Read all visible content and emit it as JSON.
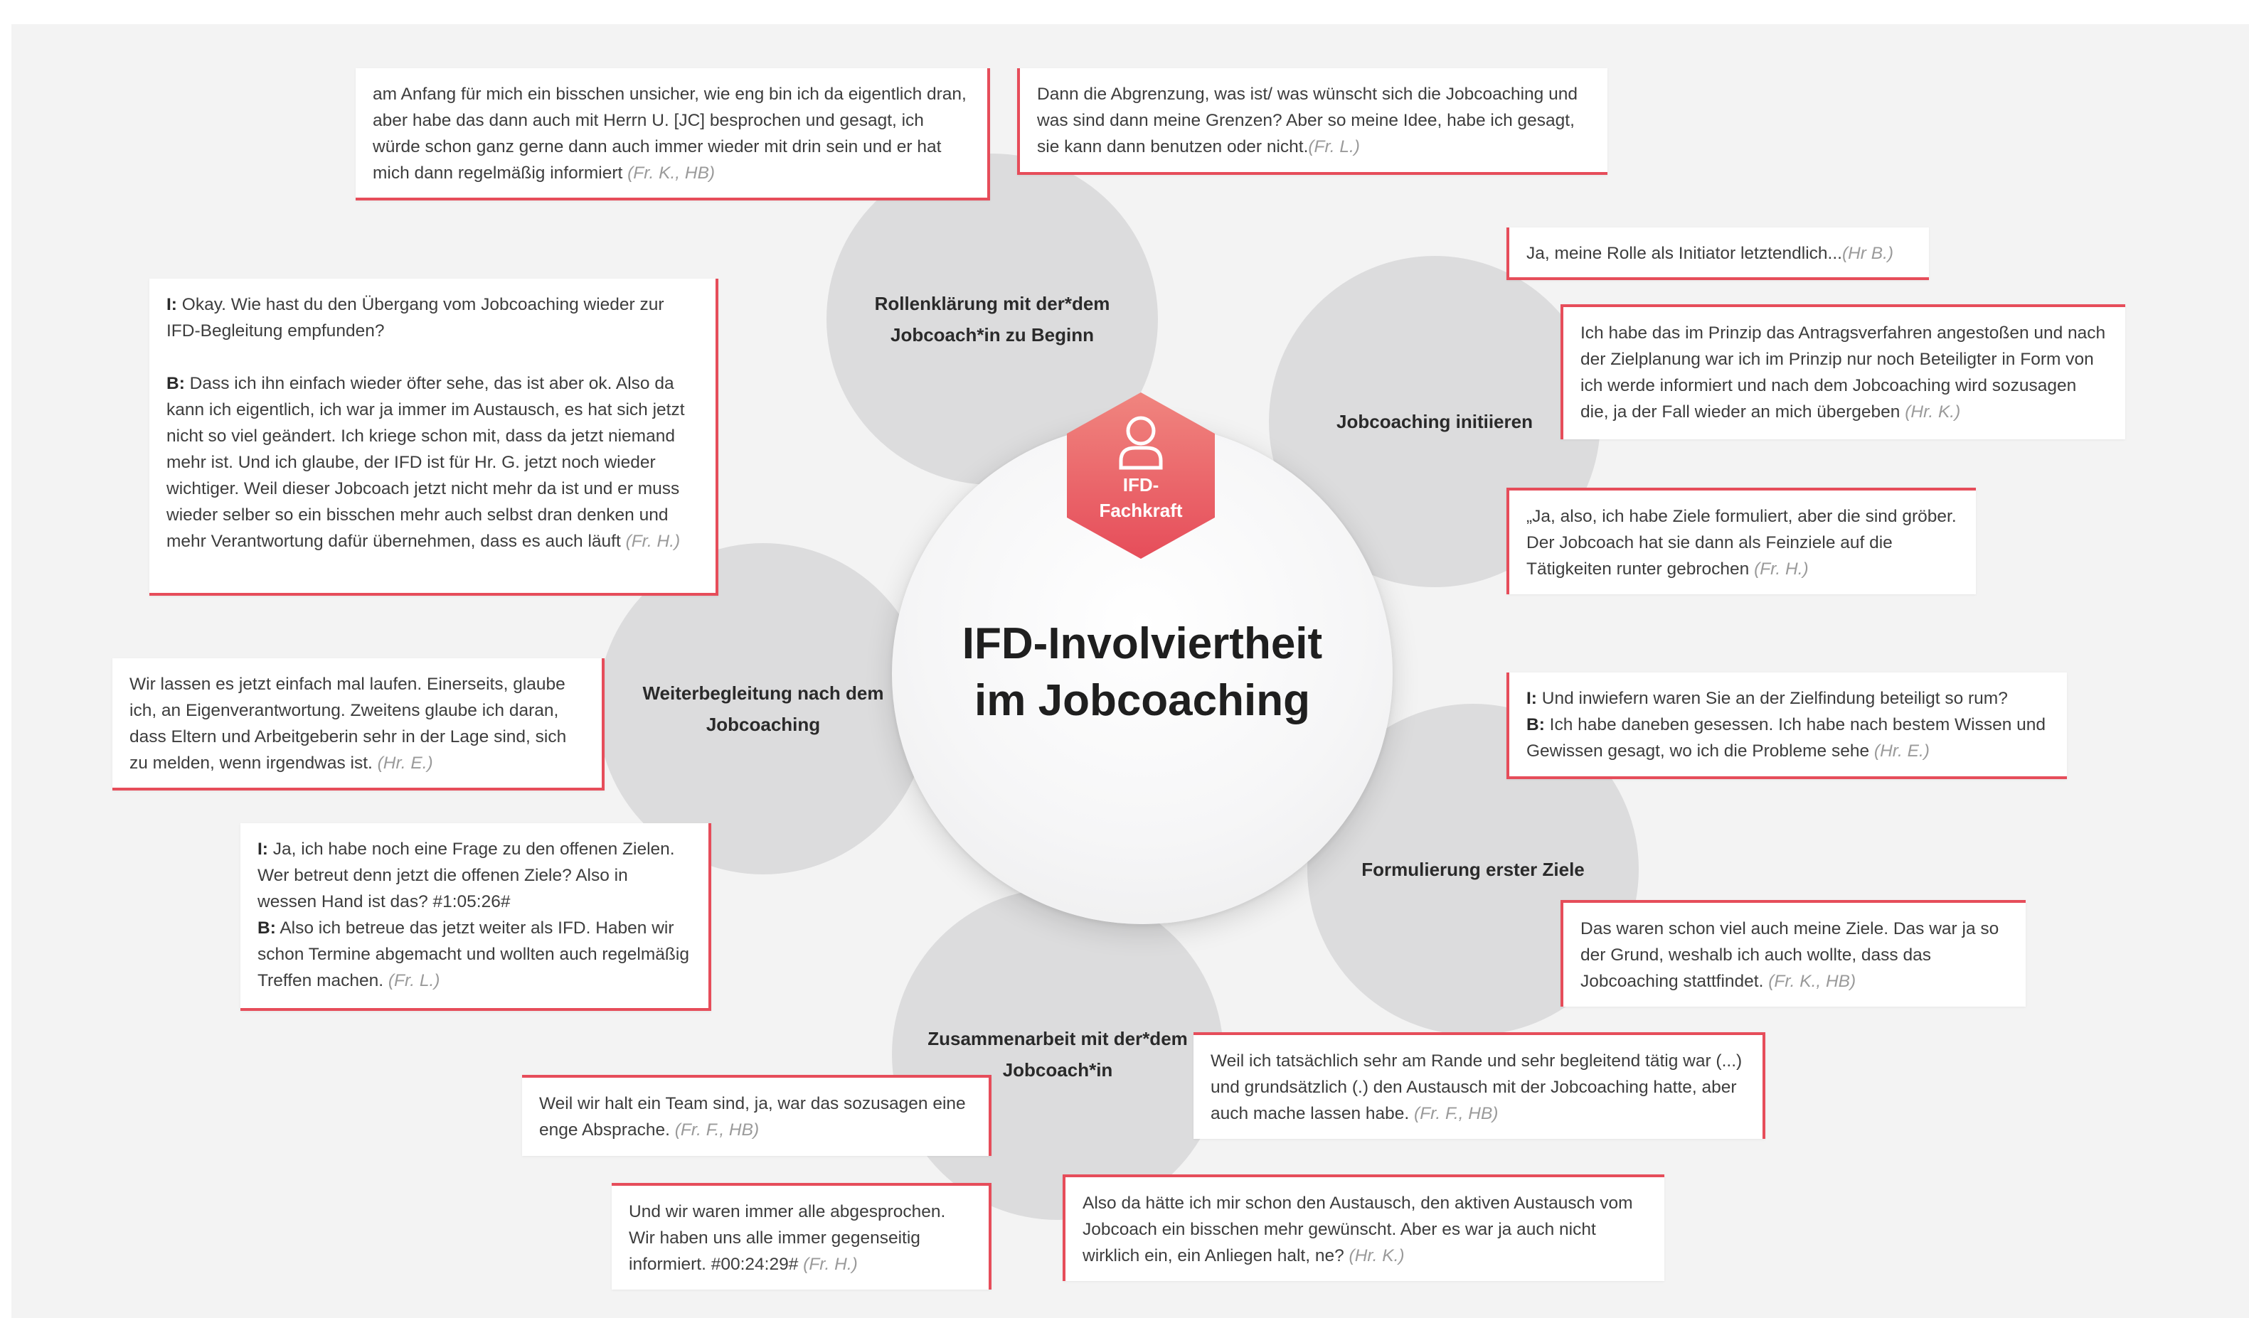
{
  "title": "IFD-Involviertheit\nim Jobcoaching",
  "role": "IFD-\nFachkraft",
  "colors": {
    "accent": "#e64d5a",
    "petal": "#dcdcdd",
    "background": "#f3f3f3"
  },
  "petals": {
    "rollenklaerung": "Rollenklärung mit der*dem\nJobcoach*in zu Beginn",
    "initiieren": "Jobcoaching initiieren",
    "ziele": "Formulierung erster Ziele",
    "zusammenarbeit": "Zusammenarbeit mit der*dem\nJobcoach*in",
    "weiterbegleitung": "Weiterbegleitung nach dem\nJobcoaching"
  },
  "quotes": {
    "q1": {
      "text": "am Anfang für mich ein bisschen unsicher, wie eng bin ich da eigentlich dran, aber habe das dann auch mit Herrn U. [JC] besprochen und gesagt, ich würde schon ganz gerne dann auch immer wieder mit drin sein und er hat mich dann regelmäßig informiert",
      "source": "(Fr. K., HB)"
    },
    "q2": {
      "text": "Dann die Abgrenzung, was ist/ was wünscht sich die Jobcoaching und was sind dann meine Grenzen? Aber so meine Idee, habe ich gesagt, sie kann dann benutzen oder nicht.",
      "source": "(Fr. L.)"
    },
    "q3": {
      "text": "Ja, meine Rolle als Initiator letztendlich...",
      "source": "(Hr B.)"
    },
    "q4": {
      "text": "Ich habe das im Prinzip das Antragsverfahren angestoßen und nach der Zielplanung war ich im Prinzip nur noch Beteiligter in Form von ich werde informiert und nach dem Jobcoaching wird sozusagen die, ja der Fall wieder an mich übergeben",
      "source": "(Hr. K.)"
    },
    "q5": {
      "text": "„Ja, also, ich habe Ziele formuliert, aber die sind gröber. Der Jobcoach hat sie dann als Feinziele auf die Tätigkeiten runter gebrochen",
      "source": "(Fr. H.)"
    },
    "q6": {
      "i_label": "I:",
      "i_text": "Und inwiefern waren Sie an der Zielfindung beteiligt so rum?",
      "b_label": "B:",
      "b_text": "Ich habe daneben gesessen. Ich habe nach bestem Wissen und Gewissen gesagt, wo ich die Probleme sehe",
      "source": "(Hr. E.)"
    },
    "q7": {
      "text": "Das waren schon viel auch meine Ziele. Das war ja so der Grund, weshalb ich auch wollte, dass das Jobcoaching stattfindet.",
      "source": "(Fr. K., HB)"
    },
    "q8": {
      "text": "Weil ich tatsächlich sehr am Rande und sehr begleitend tätig war (...) und grundsätzlich (.) den Austausch mit der Jobcoaching hatte, aber auch mache lassen habe.",
      "source": "(Fr. F., HB)"
    },
    "q9": {
      "text": "Also da hätte ich mir schon den Austausch, den aktiven Austausch vom Jobcoach ein bisschen mehr gewünscht. Aber es war ja auch nicht wirklich ein, ein Anliegen halt, ne?",
      "source": "(Hr. K.)"
    },
    "q10": {
      "text": "Und wir waren immer alle abgesprochen. Wir haben uns alle immer gegenseitig informiert. #00:24:29#",
      "source": "(Fr. H.)"
    },
    "q11": {
      "text": "Weil wir halt ein Team sind, ja, war das sozusagen eine enge Absprache.",
      "source": "(Fr. F., HB)"
    },
    "q12": {
      "i_label": "I:",
      "i_text": "Ja, ich habe noch eine Frage zu den offenen Zielen. Wer betreut denn jetzt die offenen Ziele? Also in wessen Hand ist das?   #1:05:26#",
      "b_label": "B:",
      "b_text": "Also ich betreue das jetzt weiter als IFD. Haben wir schon Termine abgemacht und wollten auch regelmäßig Treffen machen.",
      "source": "(Fr. L.)"
    },
    "q13": {
      "text": "Wir lassen es jetzt einfach mal laufen. Einerseits, glaube ich, an Eigenverantwortung. Zweitens glaube ich daran, dass Eltern und Arbeitgeberin sehr in der Lage sind, sich zu melden, wenn irgendwas ist.",
      "source": "(Hr. E.)"
    },
    "q14": {
      "i_label": "I:",
      "i_text": "Okay. Wie hast du den Übergang vom Jobcoaching wieder zur IFD-Begleitung empfunden?",
      "b_label": "B:",
      "b_text": "Dass ich ihn einfach wieder öfter sehe, das ist aber ok. Also da kann ich eigentlich, ich war ja immer im Austausch, es hat sich jetzt nicht so viel geändert. Ich kriege schon mit, dass da jetzt niemand mehr ist. Und ich glaube, der IFD ist für Hr. G. jetzt noch wieder wichtiger. Weil dieser Jobcoach jetzt nicht mehr da ist und er muss wieder selber so ein bisschen mehr auch selbst dran denken und mehr Verantwortung dafür übernehmen, dass es auch läuft",
      "source": "(Fr. H.)"
    }
  }
}
